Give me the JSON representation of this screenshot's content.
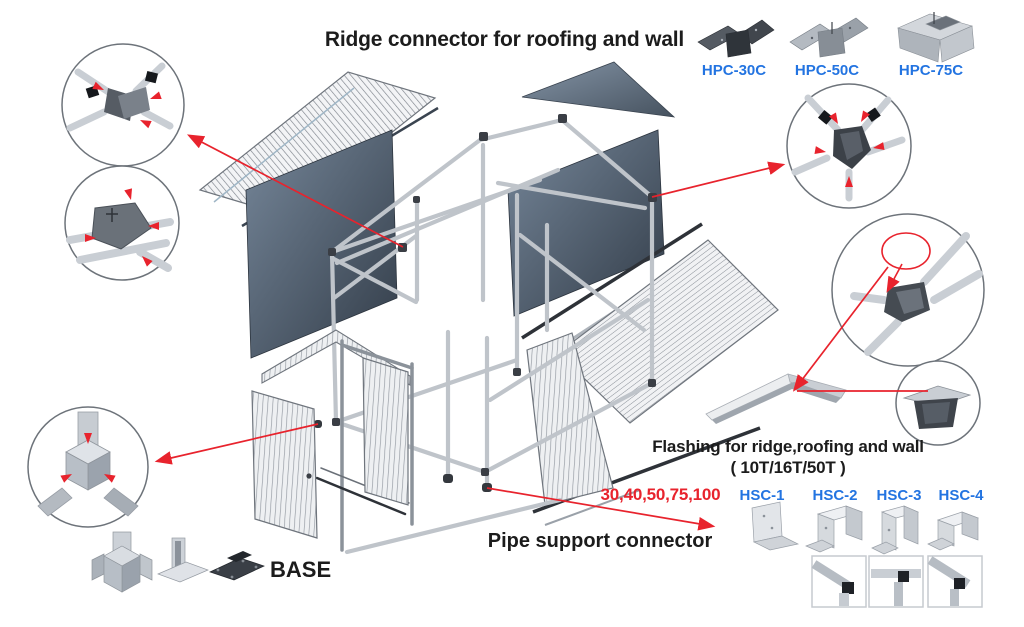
{
  "header": {
    "title": "Ridge connector for roofing and wall"
  },
  "hpc": {
    "items": [
      {
        "code": "HPC-30C"
      },
      {
        "code": "HPC-50C"
      },
      {
        "code": "HPC-75C"
      }
    ]
  },
  "flashing": {
    "title": "Flashing for ridge,roofing and wall",
    "thickness": "( 10T/16T/50T )",
    "sizes": "30,40,50,75,100"
  },
  "hsc": {
    "items": [
      {
        "code": "HSC-1"
      },
      {
        "code": "HSC-2"
      },
      {
        "code": "HSC-3"
      },
      {
        "code": "HSC-4"
      }
    ]
  },
  "pipe_support": {
    "label": "Pipe support connector"
  },
  "base": {
    "label": "BASE"
  },
  "icons": {
    "callouts": [
      "ridge-corner-detail",
      "gable-plate-detail",
      "cube-corner-detail",
      "multi-way-connector-detail",
      "purlin-connector-detail",
      "flashing-mounted-detail"
    ]
  },
  "colors": {
    "accent_blue": "#2374e1",
    "accent_red": "#e8232d",
    "panel_slate_dark": "#323c48",
    "panel_slate_light": "#6b7a8c",
    "frame_gray": "#bfc4ca",
    "text_black": "#1c1c1c"
  }
}
